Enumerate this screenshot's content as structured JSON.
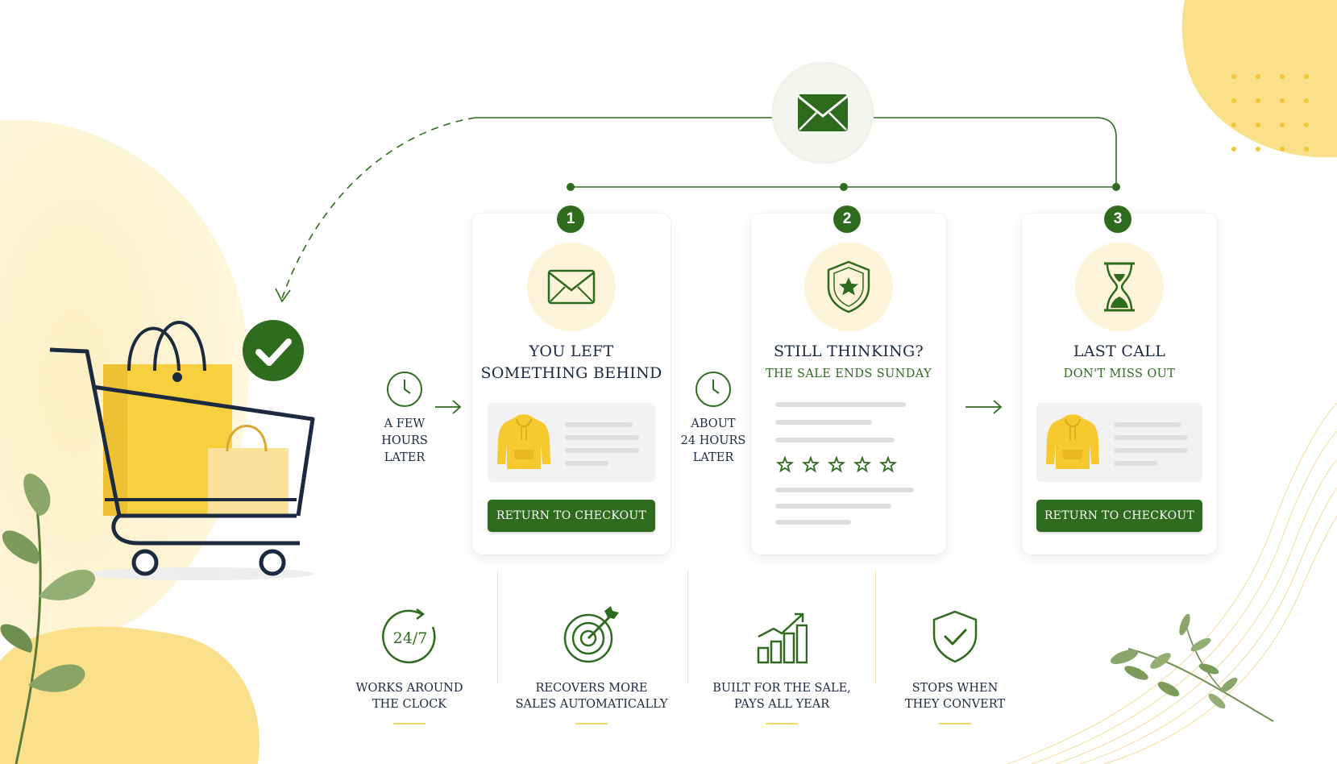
{
  "colors": {
    "brand_green": "#2e6b1f",
    "accent_yellow": "#f8d54a",
    "pale_yellow": "#fdf4da",
    "navy": "#1c2a3f"
  },
  "steps": [
    {
      "number": "1",
      "icon": "envelope-icon",
      "title_line1": "YOU LEFT",
      "title_line2": "SOMETHING BEHIND",
      "subtitle": "",
      "button_label": "RETURN TO CHECKOUT"
    },
    {
      "number": "2",
      "icon": "shield-star-icon",
      "title_line1": "STILL THINKING?",
      "title_line2": "",
      "subtitle": "THE SALE ENDS SUNDAY",
      "rating_stars": 5
    },
    {
      "number": "3",
      "icon": "hourglass-icon",
      "title_line1": "LAST CALL",
      "title_line2": "",
      "subtitle": "DON'T MISS OUT",
      "button_label": "RETURN TO CHECKOUT"
    }
  ],
  "timers": [
    {
      "icon": "clock-icon",
      "label": "A FEW\nHOURS\nLATER"
    },
    {
      "icon": "clock-icon",
      "label": "ABOUT\n24 HOURS\nLATER"
    }
  ],
  "features": [
    {
      "icon": "clock-247-icon",
      "icon_text": "24/7",
      "label": "WORKS AROUND\nTHE CLOCK"
    },
    {
      "icon": "target-arrow-icon",
      "label": "RECOVERS MORE\nSALES AUTOMATICALLY"
    },
    {
      "icon": "growth-chart-icon",
      "label": "BUILT FOR THE SALE,\nPAYS ALL YEAR"
    },
    {
      "icon": "shield-check-icon",
      "label": "STOPS WHEN\nTHEY CONVERT"
    }
  ]
}
